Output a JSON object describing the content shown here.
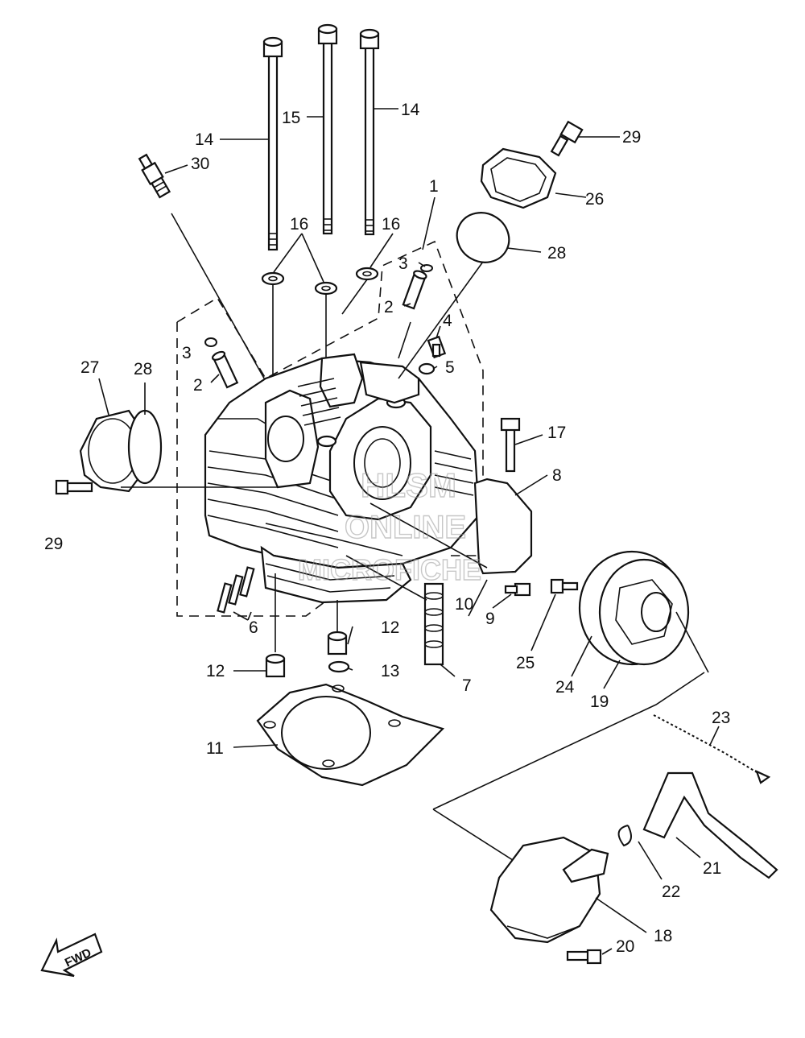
{
  "diagram": {
    "callouts": [
      {
        "id": "c1",
        "label": "1"
      },
      {
        "id": "c2a",
        "label": "2"
      },
      {
        "id": "c2b",
        "label": "2"
      },
      {
        "id": "c3a",
        "label": "3"
      },
      {
        "id": "c3b",
        "label": "3"
      },
      {
        "id": "c4",
        "label": "4"
      },
      {
        "id": "c5",
        "label": "5"
      },
      {
        "id": "c6",
        "label": "6"
      },
      {
        "id": "c7",
        "label": "7"
      },
      {
        "id": "c8",
        "label": "8"
      },
      {
        "id": "c9",
        "label": "9"
      },
      {
        "id": "c10",
        "label": "10"
      },
      {
        "id": "c11",
        "label": "11"
      },
      {
        "id": "c12a",
        "label": "12"
      },
      {
        "id": "c12b",
        "label": "12"
      },
      {
        "id": "c13",
        "label": "13"
      },
      {
        "id": "c14a",
        "label": "14"
      },
      {
        "id": "c14b",
        "label": "14"
      },
      {
        "id": "c15",
        "label": "15"
      },
      {
        "id": "c16a",
        "label": "16"
      },
      {
        "id": "c16b",
        "label": "16"
      },
      {
        "id": "c17",
        "label": "17"
      },
      {
        "id": "c18",
        "label": "18"
      },
      {
        "id": "c19",
        "label": "19"
      },
      {
        "id": "c20",
        "label": "20"
      },
      {
        "id": "c21",
        "label": "21"
      },
      {
        "id": "c22",
        "label": "22"
      },
      {
        "id": "c23",
        "label": "23"
      },
      {
        "id": "c24",
        "label": "24"
      },
      {
        "id": "c25",
        "label": "25"
      },
      {
        "id": "c26",
        "label": "26"
      },
      {
        "id": "c27",
        "label": "27"
      },
      {
        "id": "c28a",
        "label": "28"
      },
      {
        "id": "c28b",
        "label": "28"
      },
      {
        "id": "c29a",
        "label": "29"
      },
      {
        "id": "c29b",
        "label": "29"
      },
      {
        "id": "c30",
        "label": "30"
      }
    ],
    "fwd_label": "FWD",
    "watermark": {
      "line1": "HLSM",
      "line2": "ONLINE",
      "line3": "MICROFICHE"
    }
  }
}
